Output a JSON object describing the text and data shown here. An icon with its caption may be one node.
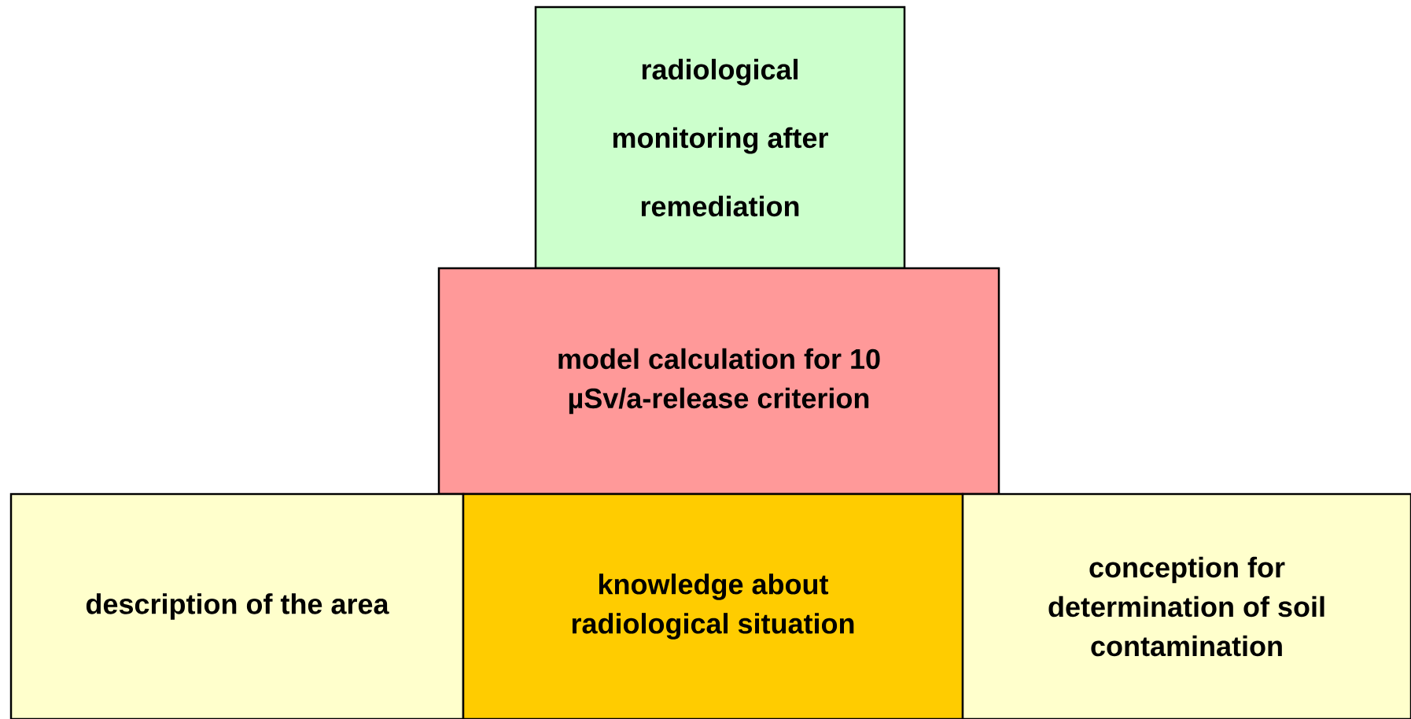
{
  "diagram": {
    "nodes": [
      {
        "text": [
          "radiological monitoring after remediation"
        ]
      },
      {
        "text": [
          "model calculation for 10 µSv/a-release criterion"
        ]
      },
      {
        "text": [
          "description of the area"
        ]
      },
      {
        "text": [
          "knowledge about radiological situation"
        ]
      },
      {
        "text": [
          "conception for determination of soil contamination"
        ]
      }
    ]
  }
}
